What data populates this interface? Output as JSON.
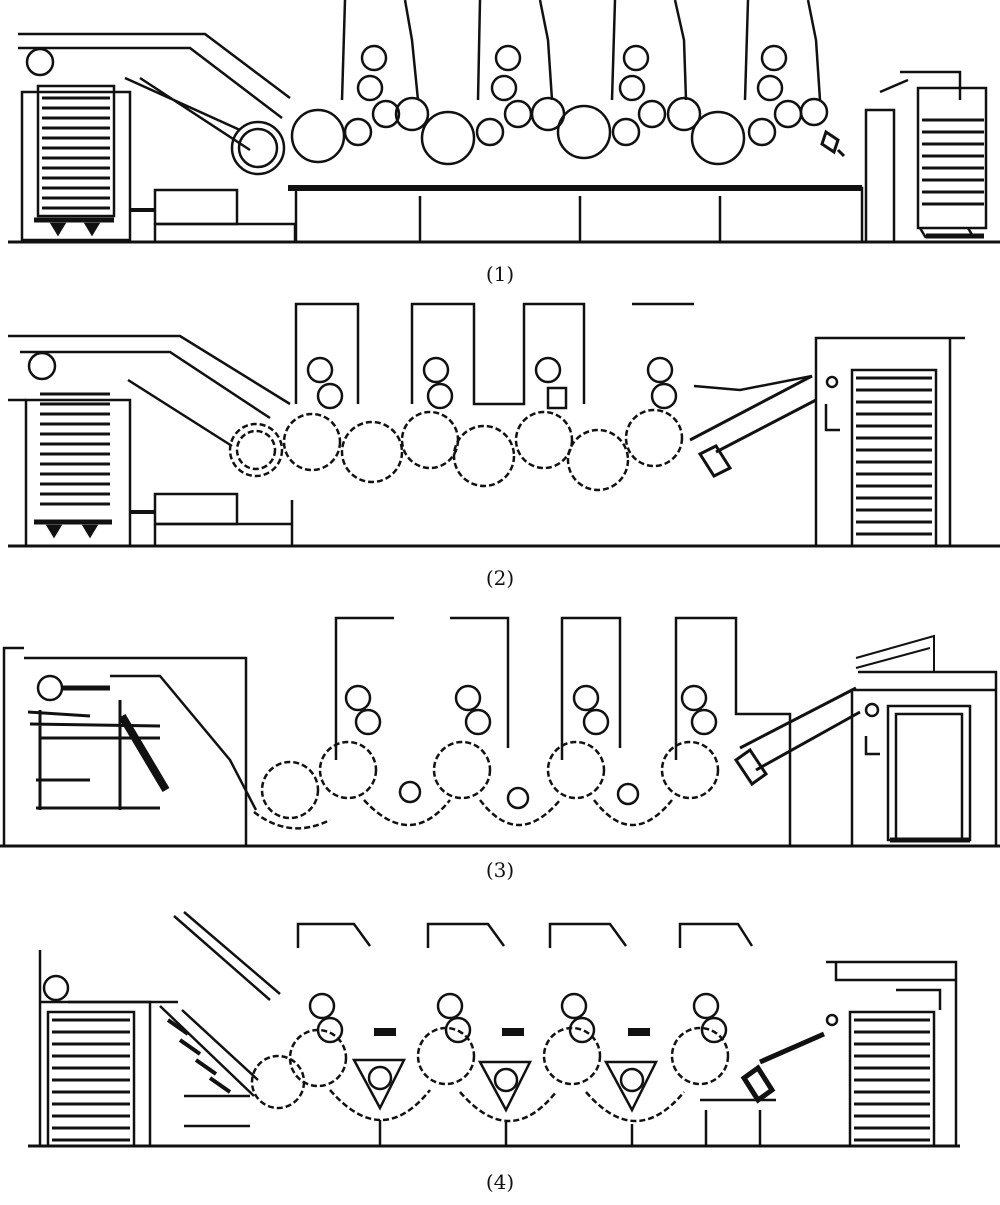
{
  "figure": {
    "panels": [
      {
        "caption": "(1)"
      },
      {
        "caption": "(2)"
      },
      {
        "caption": "(3)"
      },
      {
        "caption": "(4)"
      }
    ]
  },
  "colors": {
    "ink": "#111111",
    "background": "#ffffff"
  }
}
